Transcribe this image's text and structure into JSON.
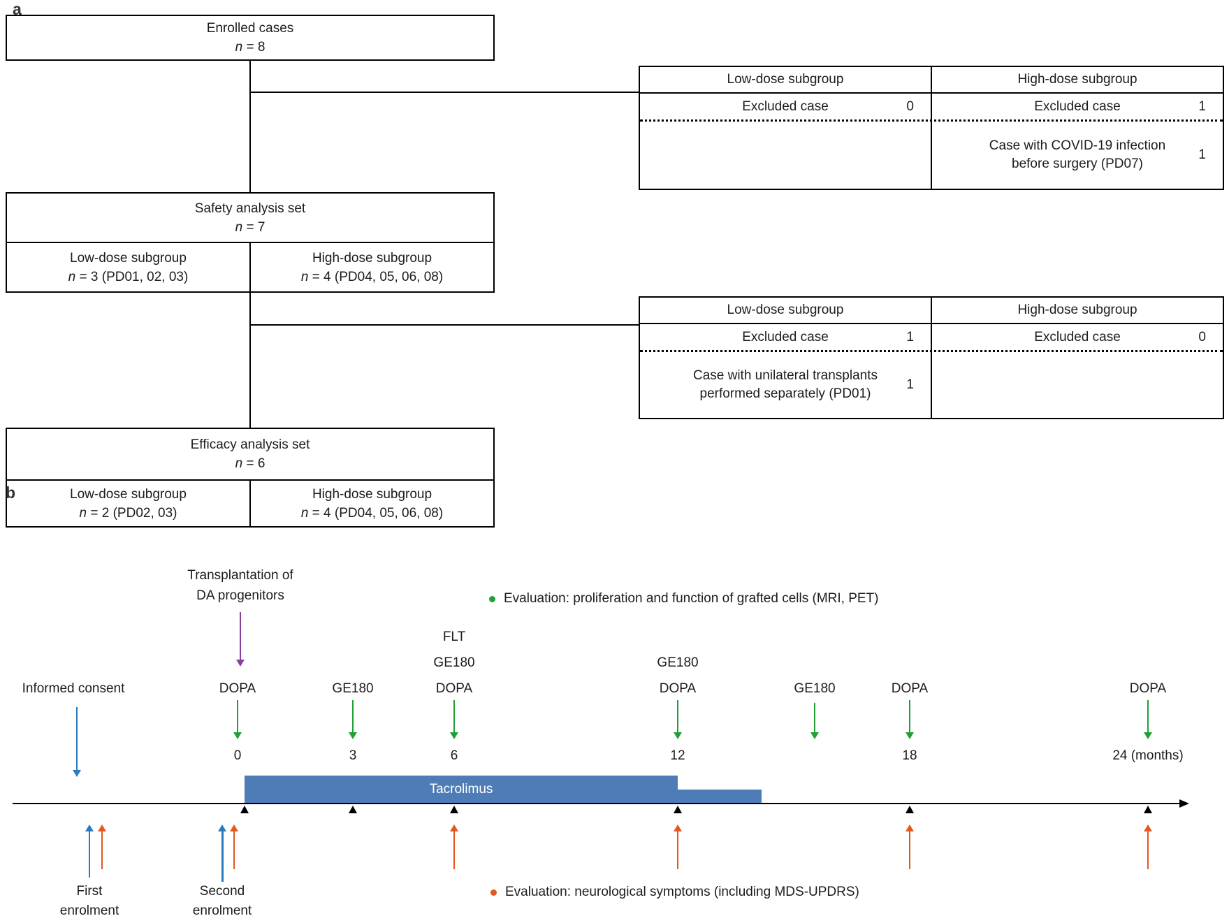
{
  "colors": {
    "green": "#21a038",
    "orange": "#e4571e",
    "blue": "#2b7bbd",
    "purple": "#8a3fa0",
    "tacrolimus_bar": "#4d7cb7",
    "line_black": "#000000"
  },
  "panel_a": {
    "label": "a",
    "enrolled": {
      "title": "Enrolled cases",
      "n_prefix": "n",
      "n_suffix": " = 8"
    },
    "safety": {
      "title": "Safety analysis set",
      "n_prefix": "n",
      "n_suffix": " = 7",
      "low_title": "Low-dose subgroup",
      "low_n_prefix": "n",
      "low_n_suffix": " = 3 (PD01, 02, 03)",
      "high_title": "High-dose subgroup",
      "high_n_prefix": "n",
      "high_n_suffix": " = 4 (PD04, 05, 06, 08)"
    },
    "efficacy": {
      "title": "Efficacy analysis set",
      "n_prefix": "n",
      "n_suffix": " = 6",
      "low_title": "Low-dose subgroup",
      "low_n_prefix": "n",
      "low_n_suffix": " = 2 (PD02, 03)",
      "high_title": "High-dose subgroup",
      "high_n_prefix": "n",
      "high_n_suffix": " = 4 (PD04, 05, 06, 08)"
    },
    "exclusion1": {
      "low_header": "Low-dose subgroup",
      "high_header": "High-dose subgroup",
      "low_row_label": "Excluded case",
      "low_row_value": "0",
      "high_row_label": "Excluded case",
      "high_row_value": "1",
      "high_reason": "Case with COVID-19 infection before surgery (PD07)",
      "high_reason_value": "1"
    },
    "exclusion2": {
      "low_header": "Low-dose subgroup",
      "high_header": "High-dose subgroup",
      "low_row_label": "Excluded case",
      "low_row_value": "1",
      "high_row_label": "Excluded case",
      "high_row_value": "0",
      "low_reason": "Case with unilateral transplants performed separately (PD01)",
      "low_reason_value": "1"
    }
  },
  "panel_b": {
    "label": "b",
    "transplant_line1": "Transplantation of",
    "transplant_line2": "DA progenitors",
    "informed_consent": "Informed consent",
    "legend_top": "Evaluation: proliferation and function of grafted cells (MRI, PET)",
    "legend_bottom": "Evaluation: neurological symptoms (including MDS-UPDRS)",
    "tacrolimus": "Tacrolimus",
    "events": [
      {
        "labels": [
          "DOPA"
        ],
        "tick": "0"
      },
      {
        "labels": [
          "GE180"
        ],
        "tick": "3"
      },
      {
        "labels": [
          "FLT",
          "GE180",
          "DOPA"
        ],
        "tick": "6"
      },
      {
        "labels": [
          "GE180",
          "DOPA"
        ],
        "tick": "12"
      },
      {
        "labels": [
          "GE180"
        ],
        "tick": ""
      },
      {
        "labels": [
          "DOPA"
        ],
        "tick": "18"
      },
      {
        "labels": [
          "DOPA"
        ],
        "tick": "24 (months)"
      }
    ],
    "first_enrolment_line1": "First",
    "first_enrolment_line2": "enrolment",
    "second_enrolment_line1": "Second",
    "second_enrolment_line2": "enrolment"
  }
}
